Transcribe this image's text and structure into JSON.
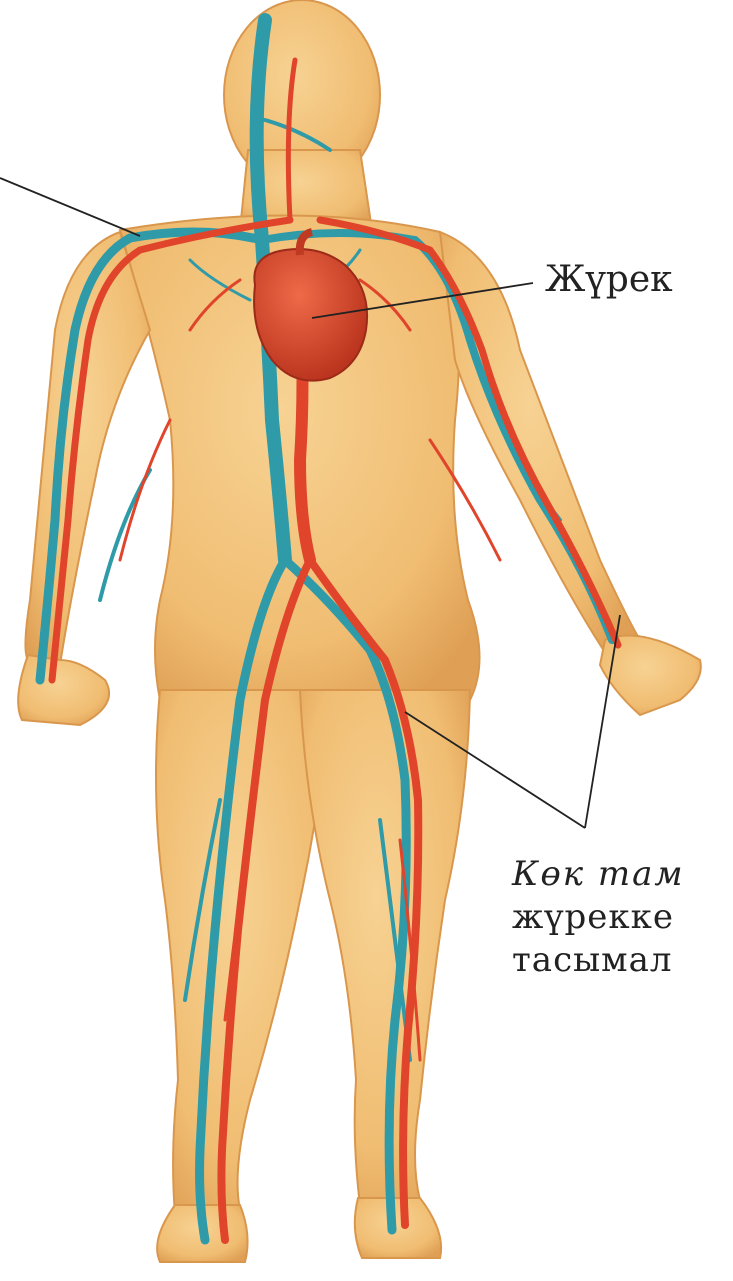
{
  "labels": {
    "heart": "Жүрек",
    "vein_title": "Көк там",
    "vein_line2": "жүрекке",
    "vein_line3": "тасымал"
  },
  "colors": {
    "skin": "#f2c27a",
    "skin_shadow": "#d99a4e",
    "artery": "#e0452b",
    "vein": "#2f9aa8",
    "heart": "#d8432a",
    "leader_line": "#222222"
  },
  "icons": {
    "figure": "human-circulatory-system-illustration"
  }
}
